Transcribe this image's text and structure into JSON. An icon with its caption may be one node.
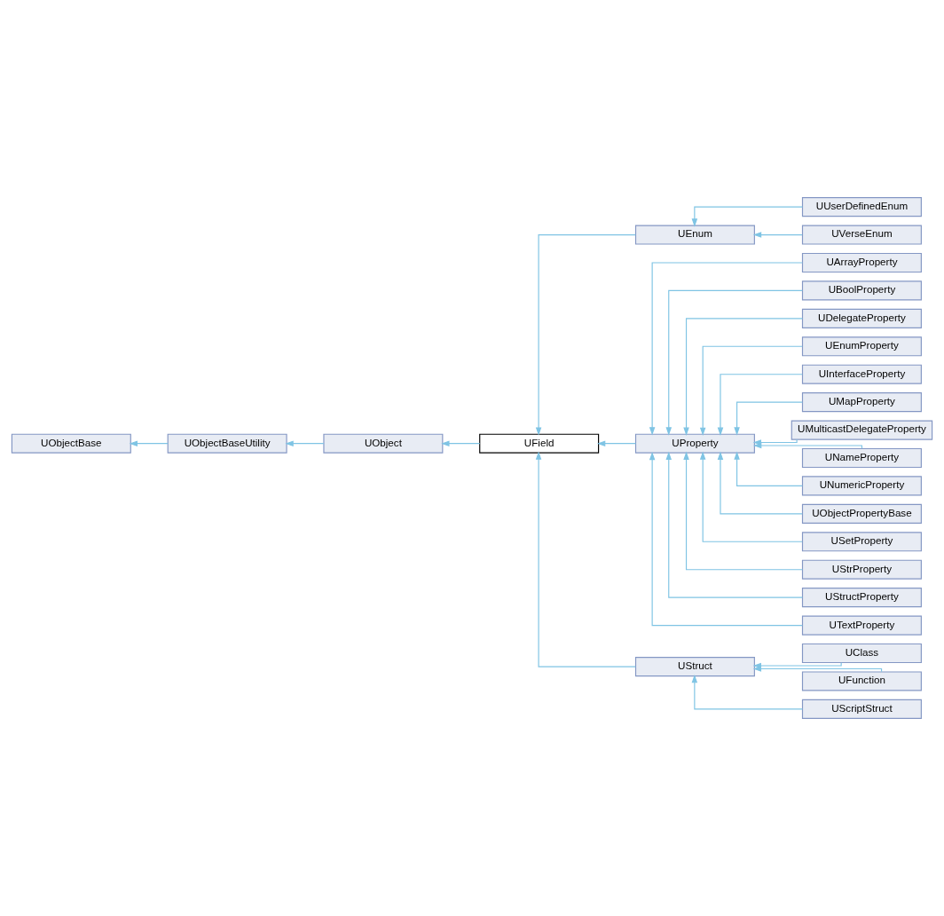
{
  "diagram": {
    "nodes": [
      {
        "text": [
          "UObjectBase"
        ]
      },
      {
        "text": [
          "UObjectBaseUtility"
        ]
      },
      {
        "text": [
          "UObject"
        ]
      },
      {
        "text": [
          "UField"
        ]
      },
      {
        "text": [
          "UEnum"
        ]
      },
      {
        "text": [
          "UProperty"
        ]
      },
      {
        "text": [
          "UStruct"
        ]
      },
      {
        "text": [
          "UUserDefinedEnum"
        ]
      },
      {
        "text": [
          "UVerseEnum"
        ]
      },
      {
        "text": [
          "UArrayProperty"
        ]
      },
      {
        "text": [
          "UBoolProperty"
        ]
      },
      {
        "text": [
          "UDelegateProperty"
        ]
      },
      {
        "text": [
          "UEnumProperty"
        ]
      },
      {
        "text": [
          "UInterfaceProperty"
        ]
      },
      {
        "text": [
          "UMapProperty"
        ]
      },
      {
        "text": [
          "UMulticastDelegateProperty"
        ]
      },
      {
        "text": [
          "UNameProperty"
        ]
      },
      {
        "text": [
          "UNumericProperty"
        ]
      },
      {
        "text": [
          "UObjectPropertyBase"
        ]
      },
      {
        "text": [
          "USetProperty"
        ]
      },
      {
        "text": [
          "UStrProperty"
        ]
      },
      {
        "text": [
          "UStructProperty"
        ]
      },
      {
        "text": [
          "UTextProperty"
        ]
      },
      {
        "text": [
          "UClass"
        ]
      },
      {
        "text": [
          "UFunction"
        ]
      },
      {
        "text": [
          "UScriptStruct"
        ]
      }
    ],
    "edges": [
      {
        "from": 1,
        "to": 0,
        "arrow": "to"
      },
      {
        "from": 2,
        "to": 1,
        "arrow": "to"
      },
      {
        "from": 3,
        "to": 2,
        "arrow": "to"
      },
      {
        "from": 4,
        "to": 3,
        "arrow": "to"
      },
      {
        "from": 5,
        "to": 3,
        "arrow": "to"
      },
      {
        "from": 6,
        "to": 3,
        "arrow": "to"
      },
      {
        "from": 7,
        "to": 4,
        "arrow": "to"
      },
      {
        "from": 8,
        "to": 4,
        "arrow": "to"
      },
      {
        "from": 9,
        "to": 5,
        "arrow": "to"
      },
      {
        "from": 10,
        "to": 5,
        "arrow": "to"
      },
      {
        "from": 11,
        "to": 5,
        "arrow": "to"
      },
      {
        "from": 12,
        "to": 5,
        "arrow": "to"
      },
      {
        "from": 13,
        "to": 5,
        "arrow": "to"
      },
      {
        "from": 14,
        "to": 5,
        "arrow": "to"
      },
      {
        "from": 15,
        "to": 5,
        "arrow": "to"
      },
      {
        "from": 16,
        "to": 5,
        "arrow": "to"
      },
      {
        "from": 17,
        "to": 5,
        "arrow": "to"
      },
      {
        "from": 18,
        "to": 5,
        "arrow": "to"
      },
      {
        "from": 19,
        "to": 5,
        "arrow": "to"
      },
      {
        "from": 20,
        "to": 5,
        "arrow": "to"
      },
      {
        "from": 21,
        "to": 5,
        "arrow": "to"
      },
      {
        "from": 22,
        "to": 5,
        "arrow": "to"
      },
      {
        "from": 23,
        "to": 6,
        "arrow": "to"
      },
      {
        "from": 24,
        "to": 6,
        "arrow": "to"
      },
      {
        "from": 25,
        "to": 6,
        "arrow": "to"
      }
    ]
  }
}
